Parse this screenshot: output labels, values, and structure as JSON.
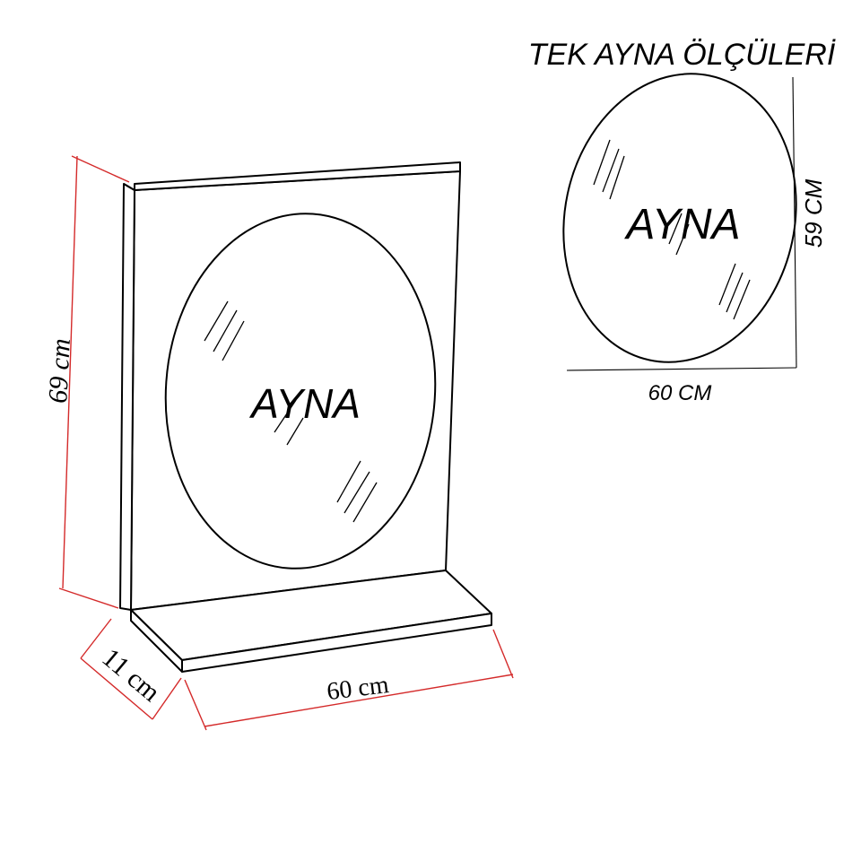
{
  "single_mirror": {
    "title": "TEK AYNA ÖLÇÜLERİ",
    "mirror_label": "AYNA",
    "height_label": "59 CM",
    "width_label": "60 CM"
  },
  "unit": {
    "mirror_label": "AYNA",
    "height_label": "69 cm",
    "depth_label": "11 cm",
    "width_label": "60 cm"
  },
  "colors": {
    "dimension_line": "#d42a2a",
    "outline": "#000000"
  }
}
